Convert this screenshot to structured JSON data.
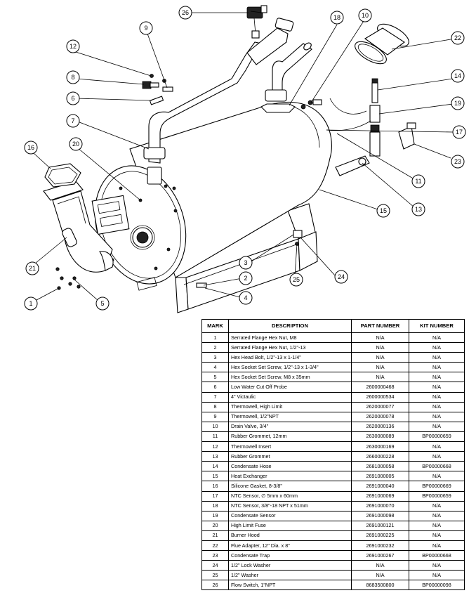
{
  "callouts": [
    "1",
    "2",
    "3",
    "4",
    "5",
    "6",
    "7",
    "8",
    "9",
    "10",
    "11",
    "12",
    "13",
    "14",
    "15",
    "16",
    "17",
    "18",
    "19",
    "20",
    "21",
    "22",
    "23",
    "24",
    "25",
    "26"
  ],
  "table": {
    "headers": [
      "MARK",
      "DESCRIPTION",
      "PART NUMBER",
      "KIT NUMBER"
    ],
    "rows": [
      {
        "mark": "1",
        "description": "Serrated Flange Hex Nut, M8",
        "part": "N/A",
        "kit": "N/A"
      },
      {
        "mark": "2",
        "description": "Serrated Flange Hex Nut, 1/2\"-13",
        "part": "N/A",
        "kit": "N/A"
      },
      {
        "mark": "3",
        "description": "Hex Head Bolt, 1/2\"-13 x 1-1/4\"",
        "part": "N/A",
        "kit": "N/A"
      },
      {
        "mark": "4",
        "description": "Hex Socket Set Screw, 1/2\"-13 x 1-3/4\"",
        "part": "N/A",
        "kit": "N/A"
      },
      {
        "mark": "5",
        "description": "Hex Socket Set Screw, M8 x 35mm",
        "part": "N/A",
        "kit": "N/A"
      },
      {
        "mark": "6",
        "description": "Low Water Cut Off Probe",
        "part": "2600000468",
        "kit": "N/A"
      },
      {
        "mark": "7",
        "description": "4\" Victaulic",
        "part": "2600000534",
        "kit": "N/A"
      },
      {
        "mark": "8",
        "description": "Thermowell, High Limit",
        "part": "2620000077",
        "kit": "N/A"
      },
      {
        "mark": "9",
        "description": "Thermowell, 1/2\"NPT",
        "part": "2620000078",
        "kit": "N/A"
      },
      {
        "mark": "10",
        "description": "Drain Valve, 3/4\"",
        "part": "2620000136",
        "kit": "N/A"
      },
      {
        "mark": "11",
        "description": "Rubber Grommet, 12mm",
        "part": "2630000089",
        "kit": "BP00000659"
      },
      {
        "mark": "12",
        "description": "Thermowell Insert",
        "part": "2630000169",
        "kit": "N/A"
      },
      {
        "mark": "13",
        "description": "Rubber Grommet",
        "part": "2660000228",
        "kit": "N/A"
      },
      {
        "mark": "14",
        "description": "Condensate Hose",
        "part": "2681000058",
        "kit": "BP00000668"
      },
      {
        "mark": "15",
        "description": "Heat Exchanger",
        "part": "2691000005",
        "kit": "N/A"
      },
      {
        "mark": "16",
        "description": "Silicone Gasket, 8-3/8\"",
        "part": "2691000040",
        "kit": "BP00000669"
      },
      {
        "mark": "17",
        "description": "NTC Sensor, ∅ 5mm x 60mm",
        "part": "2691000069",
        "kit": "BP00000659"
      },
      {
        "mark": "18",
        "description": "NTC Sensor, 3/8\"-18 NPT x 51mm",
        "part": "2691000070",
        "kit": "N/A"
      },
      {
        "mark": "19",
        "description": "Condensate Sensor",
        "part": "2691000098",
        "kit": "N/A"
      },
      {
        "mark": "20",
        "description": "High Limit Fuse",
        "part": "2691000121",
        "kit": "N/A"
      },
      {
        "mark": "21",
        "description": "Burner Hood",
        "part": "2691000225",
        "kit": "N/A"
      },
      {
        "mark": "22",
        "description": "Flue Adapter, 12\" Dia. x 8\"",
        "part": "2691000232",
        "kit": "N/A"
      },
      {
        "mark": "23",
        "description": "Condensate Trap",
        "part": "2691000267",
        "kit": "BP00000668"
      },
      {
        "mark": "24",
        "description": "1/2\" Lock Washer",
        "part": "N/A",
        "kit": "N/A"
      },
      {
        "mark": "25",
        "description": "1/2\" Washer",
        "part": "N/A",
        "kit": "N/A"
      },
      {
        "mark": "26",
        "description": "Flow Switch, 1\"NPT",
        "part": "8683500800",
        "kit": "BP00000098"
      }
    ]
  }
}
